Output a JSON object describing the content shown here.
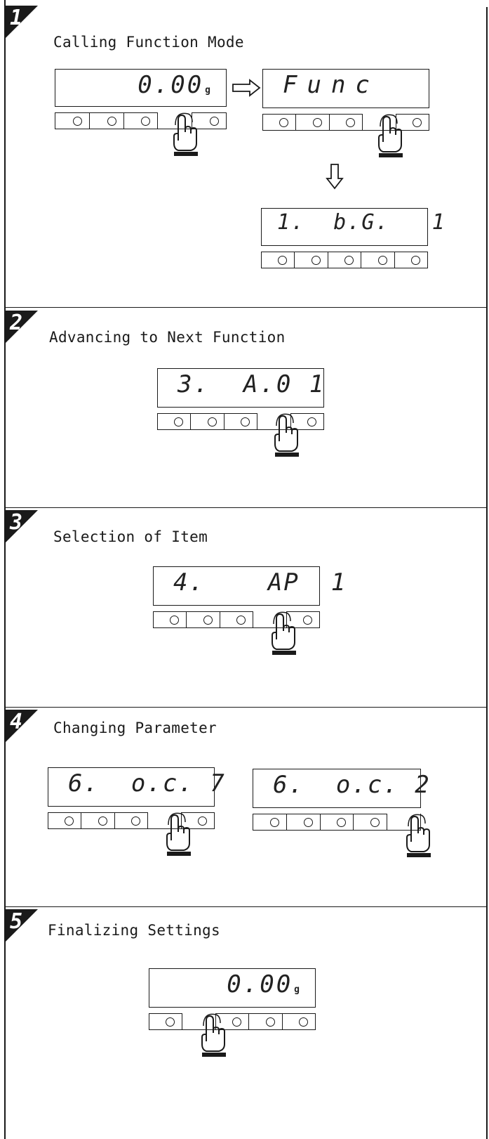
{
  "steps": [
    {
      "number": "1",
      "title": "Calling Function Mode"
    },
    {
      "number": "2",
      "title": "Advancing to Next Function"
    },
    {
      "number": "3",
      "title": "Selection of Item"
    },
    {
      "number": "4",
      "title": "Changing Parameter"
    },
    {
      "number": "5",
      "title": "Finalizing Settings"
    }
  ],
  "displays": {
    "s1_start": {
      "text": "0.00",
      "unit": "g"
    },
    "s1_func": {
      "text": "Func"
    },
    "s1_result": {
      "text": "1.  b.G.   1"
    },
    "s2": {
      "text": "3.  A.0 1"
    },
    "s3": {
      "text": "4.    AP  1"
    },
    "s4_before": {
      "text": "6.  o.c. 7"
    },
    "s4_after": {
      "text": "6.  o.c. 2"
    },
    "s5": {
      "text": "0.00",
      "unit": "g"
    }
  },
  "icons": {
    "step_badge": "slanted-number-badge",
    "finger": "pointing-hand-icon",
    "arrow_right": "hollow-right-arrow-icon",
    "arrow_down": "hollow-down-arrow-icon",
    "key_indicator": "circle-key-icon"
  },
  "colors": {
    "ink": "#1a1a1a",
    "background": "#ffffff"
  }
}
